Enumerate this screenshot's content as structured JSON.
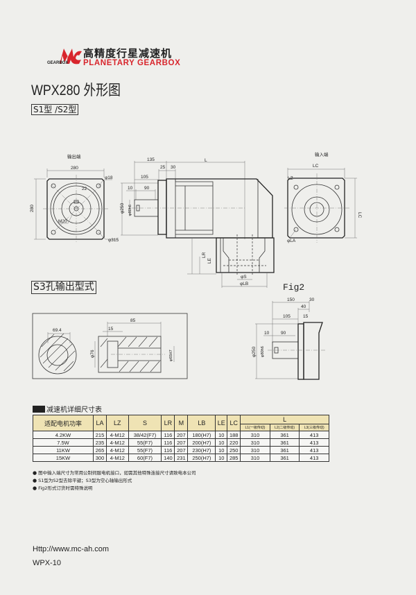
{
  "header": {
    "brand_logo_text": "MC",
    "brand_sub": "GEARBOX",
    "title_zh": "高精度行星减速机",
    "title_en": "PLANETARY GEARBOX",
    "colors": {
      "brand_red": "#d8252c"
    }
  },
  "page_title": "WPX280 外形图",
  "variant_label": "S1型 /S2型",
  "drawings": {
    "output_end": {
      "label": "输出端",
      "width": "280",
      "height": "280",
      "hole": "φ18",
      "key": "22",
      "thread": "M20",
      "pcd": "φ315"
    },
    "side_view": {
      "d135": "135",
      "L": "L",
      "d25": "25",
      "d30": "30",
      "d105": "105",
      "d10": "10",
      "d90": "90",
      "d250": "φ250",
      "shaft": "φ80h6",
      "LR": "LR",
      "LE": "LE",
      "S": "φS",
      "LB": "φLB"
    },
    "input_end": {
      "label": "输入端",
      "LC": "LC",
      "LZ": "LZ",
      "LC_v": "LC",
      "LA": "φLA"
    },
    "s3": {
      "label": "S3孔输出型式",
      "d69": "69.4",
      "d85": "85",
      "d15": "15",
      "d76": "φ76",
      "d65": "φ65H7"
    },
    "fig2": {
      "label": "Fig2",
      "d150": "150",
      "d30": "30",
      "d40": "40",
      "d105": "105",
      "d15": "15",
      "d10": "10",
      "d90": "90",
      "d250": "φ250",
      "shaft": "φ80h6"
    }
  },
  "table": {
    "title": "减速机详细尺寸表",
    "headers": [
      "适配电机功率",
      "LA",
      "LZ",
      "S",
      "LR",
      "M",
      "LB",
      "LE",
      "LC",
      "L"
    ],
    "l_sub": [
      "L1(一级传动)",
      "L2(二级传动)",
      "L3(三级传动)"
    ],
    "rows": [
      [
        "4.2KW",
        "215",
        "4-M12",
        "38/42(F7)",
        "116",
        "207",
        "180(H7)",
        "10",
        "188",
        "310",
        "361",
        "413"
      ],
      [
        "7.5W",
        "235",
        "4-M12",
        "55(F7)",
        "116",
        "207",
        "200(H7)",
        "10",
        "220",
        "310",
        "361",
        "413"
      ],
      [
        "11KW",
        "265",
        "4-M12",
        "55(F7)",
        "116",
        "207",
        "230(H7)",
        "10",
        "250",
        "310",
        "361",
        "413"
      ],
      [
        "15KW",
        "300",
        "4-M12",
        "60(F7)",
        "140",
        "231",
        "250(H7)",
        "10",
        "285",
        "310",
        "361",
        "413"
      ]
    ]
  },
  "notes": [
    "图中输入端尺寸为常用公制伺服电机接口，如需其他特殊连接尺寸请致电本公司",
    "S1型为S2型去除平键；S3型为空心轴输出形式",
    "Fig2形式订货时需特殊说明"
  ],
  "footer": {
    "url": "Http://www.mc-ah.com",
    "page": "WPX-10"
  }
}
